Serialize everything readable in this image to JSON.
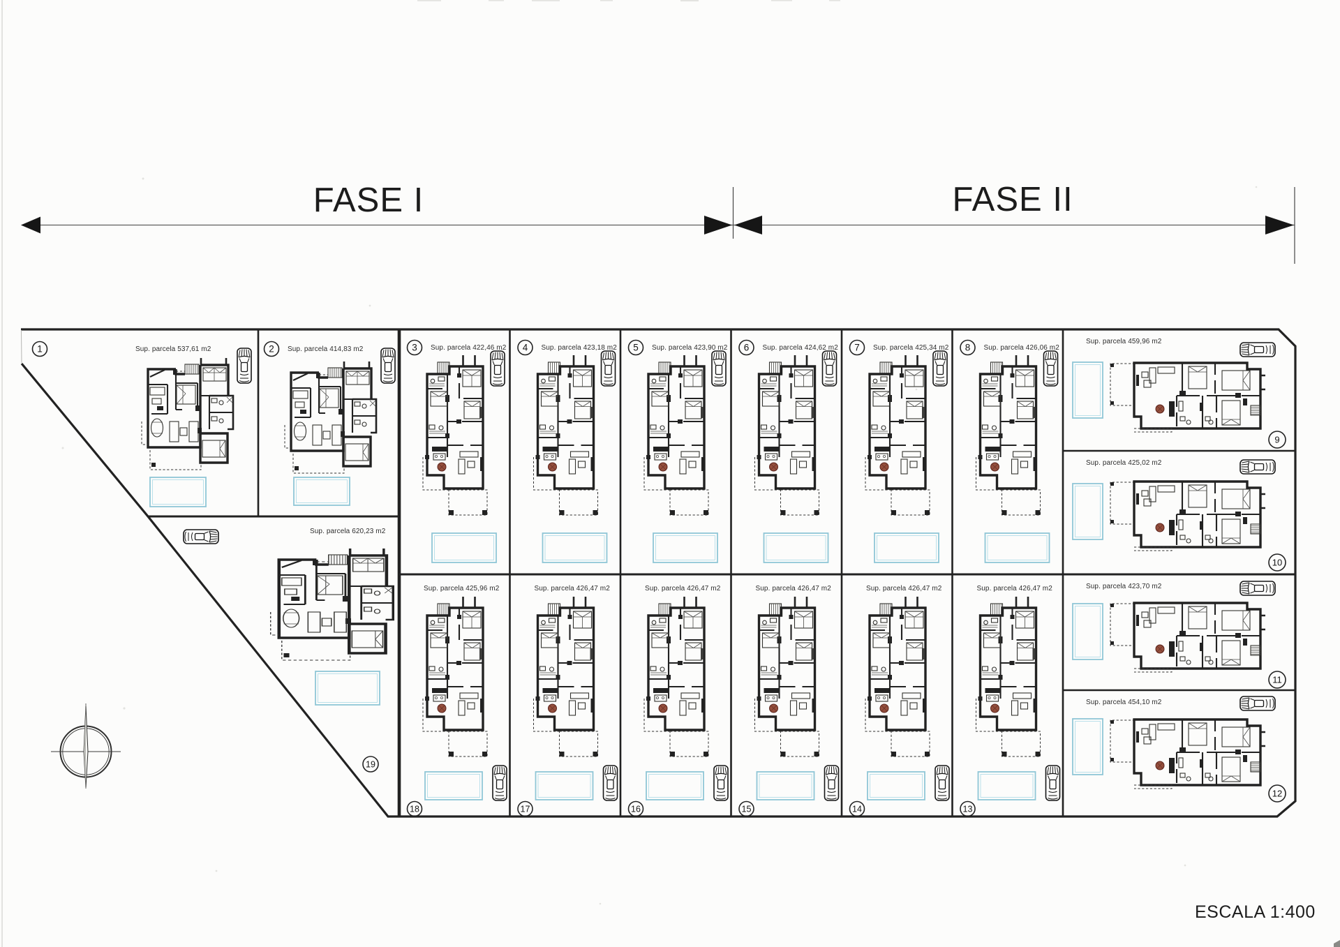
{
  "drawing": {
    "phase1_label": "FASE I",
    "phase2_label": "FASE II",
    "scale_label": "ESCALA 1:400"
  },
  "parcels": [
    {
      "number": "1",
      "area_label": "Sup. parcela 537,61 m2"
    },
    {
      "number": "2",
      "area_label": "Sup. parcela 414,83 m2"
    },
    {
      "number": "3",
      "area_label": "Sup. parcela 422,46 m2"
    },
    {
      "number": "4",
      "area_label": "Sup. parcela 423,18 m2"
    },
    {
      "number": "5",
      "area_label": "Sup. parcela 423,90 m2"
    },
    {
      "number": "6",
      "area_label": "Sup. parcela 424,62 m2"
    },
    {
      "number": "7",
      "area_label": "Sup. parcela 425,34 m2"
    },
    {
      "number": "8",
      "area_label": "Sup. parcela 426,06 m2"
    },
    {
      "number": "9",
      "area_label": "Sup. parcela 459,96 m2"
    },
    {
      "number": "10",
      "area_label": "Sup. parcela 425,02 m2"
    },
    {
      "number": "11",
      "area_label": "Sup. parcela 423,70 m2"
    },
    {
      "number": "12",
      "area_label": "Sup. parcela 454,10 m2"
    },
    {
      "number": "13",
      "area_label": "Sup. parcela 426,47 m2"
    },
    {
      "number": "14",
      "area_label": "Sup. parcela 426,47 m2"
    },
    {
      "number": "15",
      "area_label": "Sup. parcela 426,47 m2"
    },
    {
      "number": "16",
      "area_label": "Sup. parcela 426,47 m2"
    },
    {
      "number": "17",
      "area_label": "Sup. parcela 426,47 m2"
    },
    {
      "number": "18",
      "area_label": "Sup. parcela 425,96 m2"
    },
    {
      "number": "19",
      "area_label": "Sup. parcela 620,23 m2"
    }
  ],
  "colors": {
    "ink": "#222220",
    "pool": "#8fc6d6",
    "pool2": "#b4dde8",
    "table": "#94503c",
    "paper": "#fcfcfb"
  }
}
